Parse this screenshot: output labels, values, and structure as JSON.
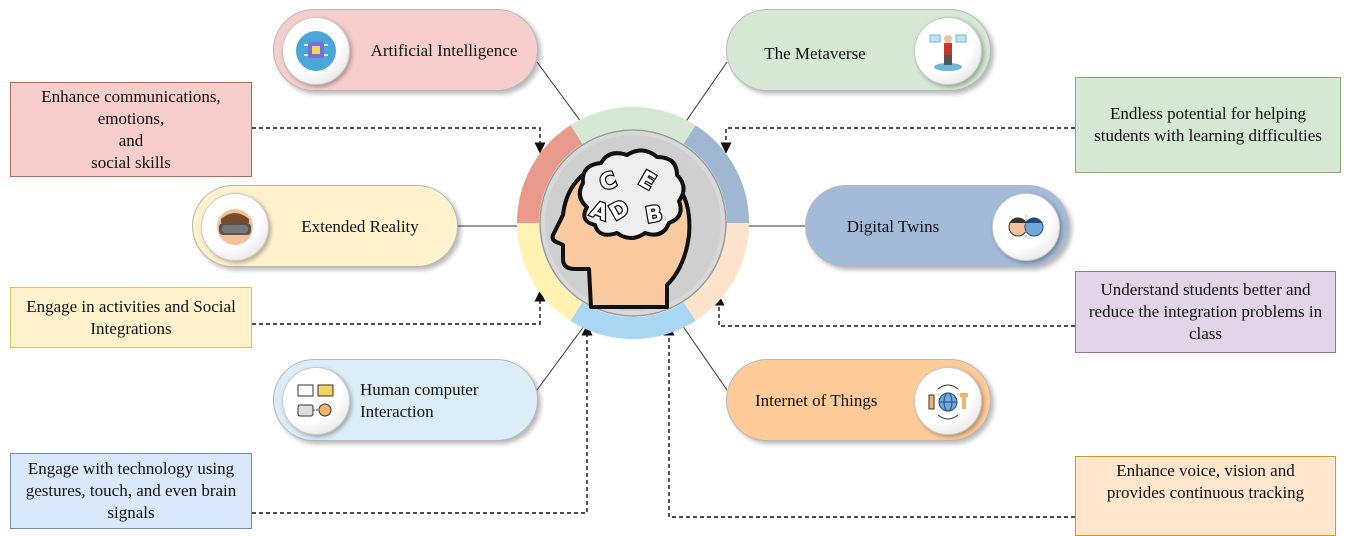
{
  "colors": {
    "ai": "#f8cecc",
    "metaverse": "#d5e8d4",
    "xr": "#fff2cc",
    "twins": "#a3bbd8",
    "hci": "#dbeef8",
    "iot": "#ffcc99",
    "note_red": "#f8cecc",
    "note_green": "#d5e8d4",
    "note_yellow": "#fff2cc",
    "note_purple": "#e1d5e7",
    "note_blue": "#dae8fc",
    "note_orange": "#ffe6cc"
  },
  "technologies": {
    "ai": {
      "label": "Artificial Intelligence",
      "icon": "ai-chip-head-icon"
    },
    "metaverse": {
      "label": "The Metaverse",
      "icon": "metaverse-avatar-icon"
    },
    "xr": {
      "label": "Extended Reality",
      "icon": "vr-headset-icon"
    },
    "twins": {
      "label": "Digital Twins",
      "icon": "digital-twin-faces-icon"
    },
    "hci": {
      "label_line1": "Human computer",
      "label_line2": "Interaction",
      "icon": "hci-devices-icon"
    },
    "iot": {
      "label": "Internet of Things",
      "icon": "iot-globe-icon"
    }
  },
  "benefits": {
    "communication": {
      "lines": [
        "Enhance communications,",
        "emotions,",
        "and",
        "social skills"
      ]
    },
    "learning": {
      "lines": [
        "Endless potential for helping",
        "students with learning difficulties"
      ]
    },
    "activities": {
      "lines": [
        "Engage in activities and Social",
        "Integrations"
      ]
    },
    "understand": {
      "lines": [
        "Understand students better and",
        "reduce the integration problems in",
        "class"
      ]
    },
    "gestures": {
      "lines": [
        "Engage with technology using",
        "gestures, touch, and even brain",
        "signals"
      ]
    },
    "voice": {
      "lines": [
        "Enhance voice, vision and",
        "provides continuous tracking"
      ]
    }
  },
  "center": {
    "icon": "brain-letters-head-icon",
    "letters": [
      "C",
      "E",
      "A",
      "D",
      "B"
    ]
  }
}
